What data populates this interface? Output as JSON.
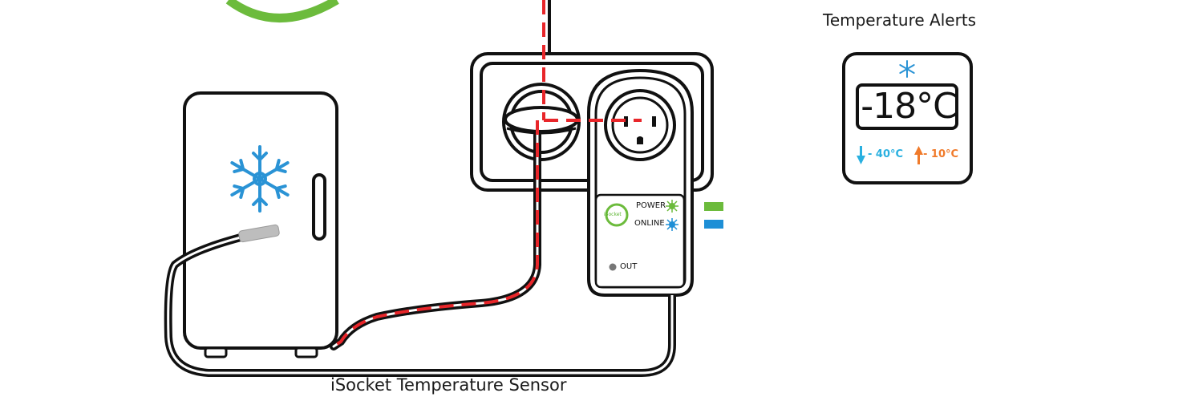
{
  "title": "Temperature Alerts",
  "caption": "iSocket Temperature Sensor",
  "alert_card": {
    "temperature": "-18°C",
    "low_threshold": "- 40°C",
    "high_threshold": "- 10°C"
  },
  "device": {
    "brand": "iSocket",
    "power_label": "POWER",
    "online_label": "ONLINE",
    "out_label": "OUT"
  },
  "icons": [
    "snowflake-icon",
    "arrow-down-icon",
    "arrow-up-icon",
    "power-led-icon",
    "online-led-icon",
    "isocket-logo-icon"
  ],
  "colors": {
    "outline": "#111111",
    "cable_dash": "#e8262a",
    "snowflake": "#2a93d5",
    "power_green": "#6cbb3c",
    "online_blue": "#1e8fd6",
    "low_cyan": "#29b0e0",
    "high_orange": "#f07a2a"
  }
}
